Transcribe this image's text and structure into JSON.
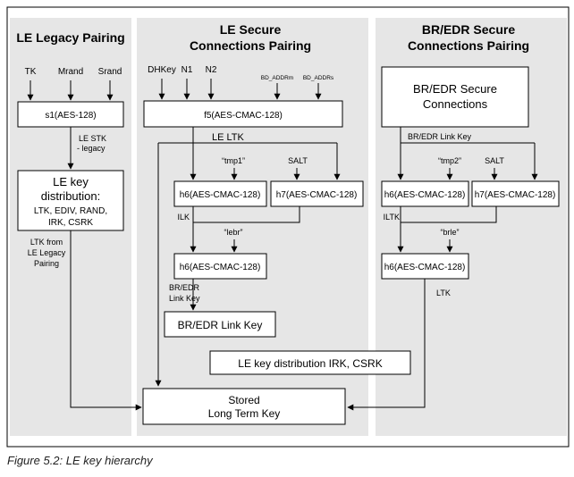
{
  "panels": {
    "legacy": {
      "title_line1": "LE Legacy Pairing"
    },
    "secure": {
      "title_line1": "LE Secure",
      "title_line2": "Connections Pairing"
    },
    "bredr": {
      "title_line1": "BR/EDR Secure",
      "title_line2": "Connections Pairing"
    }
  },
  "inputs": {
    "tk": "TK",
    "mrand": "Mrand",
    "srand": "Srand",
    "dhkey": "DHKey",
    "n1": "N1",
    "n2": "N2",
    "bd_addr_m": "BD_ADDRm",
    "bd_addr_s": "BD_ADDRs"
  },
  "boxes": {
    "s1": "s1(AES-128)",
    "le_key_dist": [
      "LE key",
      "distribution:",
      "LTK, EDIV, RAND,",
      "IRK, CSRK"
    ],
    "f5": "f5(AES-CMAC-128)",
    "h6_a": "h6(AES-CMAC-128)",
    "h7_a": "h7(AES-CMAC-128)",
    "h6_b": "h6(AES-CMAC-128)",
    "bredr_link_key": "BR/EDR Link Key",
    "le_key_dist_irk": "LE key distribution IRK, CSRK",
    "stored_ltk": [
      "Stored",
      "Long Term Key"
    ],
    "bredr_sc": [
      "BR/EDR Secure",
      "Connections"
    ],
    "h6_c": "h6(AES-CMAC-128)",
    "h7_b": "h7(AES-CMAC-128)",
    "h6_d": "h6(AES-CMAC-128)"
  },
  "labels": {
    "le_stk": [
      "LE STK",
      "- legacy"
    ],
    "ltk_from": [
      "LTK from",
      "LE Legacy",
      "Pairing"
    ],
    "le_ltk": "LE LTK",
    "tmp1": "“tmp1”",
    "salt1": "SALT",
    "ilk": "ILK",
    "lebr": "“lebr”",
    "bredr_link_key_lbl": [
      "BR/EDR",
      "Link Key"
    ],
    "bredr_link_key_top": "BR/EDR Link Key",
    "tmp2": "“tmp2”",
    "salt2": "SALT",
    "iltk": "ILTK",
    "brle": "“brle”",
    "ltk": "LTK"
  },
  "caption": "Figure 5.2:  LE key hierarchy",
  "colors": {
    "panel": "#e6e6e6",
    "box": "#ffffff",
    "line": "#000000"
  }
}
